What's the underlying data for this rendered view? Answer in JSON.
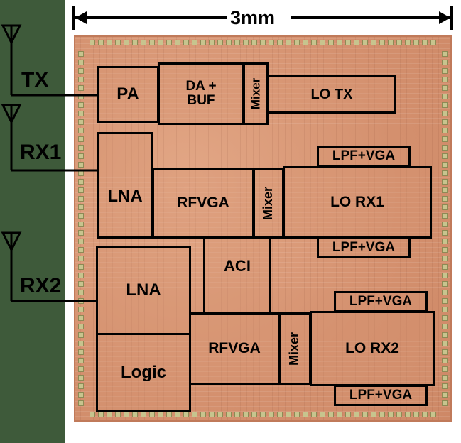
{
  "scale": {
    "label": "3mm"
  },
  "antennas": [
    {
      "label": "TX"
    },
    {
      "label": "RX1"
    },
    {
      "label": "RX2"
    }
  ],
  "blocks": {
    "pa": "PA",
    "da_buf": [
      "DA +",
      "BUF"
    ],
    "mixer_tx": "Mixer",
    "lo_tx": "LO TX",
    "lna1": "LNA",
    "rfvga1": "RFVGA",
    "mixer_rx1": "Mixer",
    "lo_rx1": "LO RX1",
    "lpf_vga_1": "LPF+VGA",
    "lpf_vga_2": "LPF+VGA",
    "aci": "ACI",
    "lna2": "LNA",
    "logic": "Logic",
    "rfvga2": "RFVGA",
    "mixer_rx2": "Mixer",
    "lo_rx2": "LO RX2",
    "lpf_vga_3": "LPF+VGA",
    "lpf_vga_4": "LPF+VGA"
  },
  "colors": {
    "die": "#d99a78",
    "left_panel": "#3e5a3a",
    "outline": "#000000",
    "pads": "#c7c48e"
  }
}
